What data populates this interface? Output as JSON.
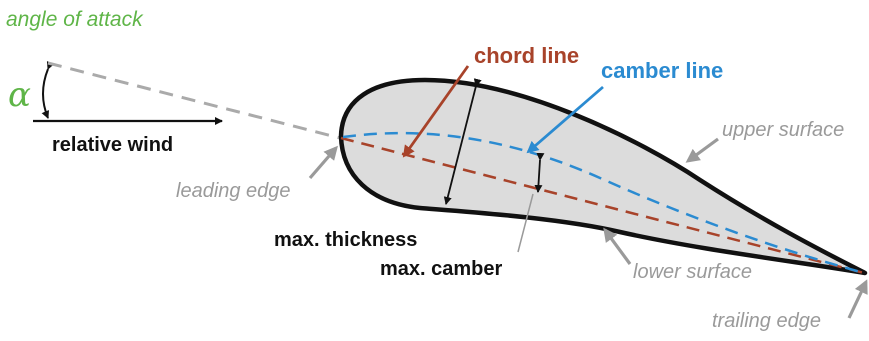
{
  "labels": {
    "angle_of_attack": "angle of attack",
    "alpha": "α",
    "relative_wind": "relative wind",
    "chord_line": "chord line",
    "camber_line": "camber line",
    "upper_surface": "upper surface",
    "leading_edge": "leading edge",
    "max_thickness": "max. thickness",
    "max_camber": "max. camber",
    "lower_surface": "lower surface",
    "trailing_edge": "trailing edge"
  },
  "colors": {
    "green": "#5fb548",
    "chord_red": "#a8432a",
    "camber_blue": "#2b8bd1",
    "grey": "#9a9a9a",
    "airfoil_fill": "#dcdcdc",
    "outline": "#111111"
  }
}
